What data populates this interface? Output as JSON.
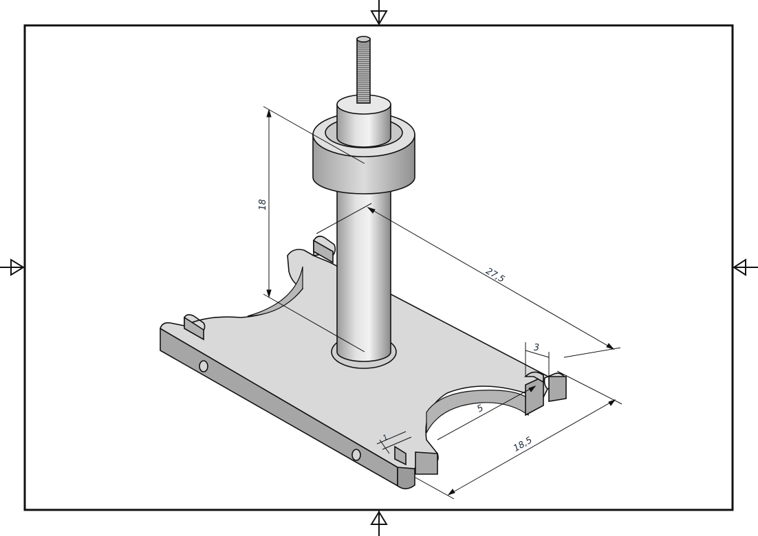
{
  "dimensions": [
    {
      "id": "post_height",
      "label": "18"
    },
    {
      "id": "length",
      "label": "27,5"
    },
    {
      "id": "slot_width",
      "label": "3"
    },
    {
      "id": "radius",
      "label": "5"
    },
    {
      "id": "width",
      "label": "18,5"
    },
    {
      "id": "rim",
      "label": "1"
    }
  ],
  "colors": {
    "plate_top": "#d9d9d9",
    "plate_side": "#a6a6a6",
    "line": "#111111",
    "background": "#ffffff"
  }
}
